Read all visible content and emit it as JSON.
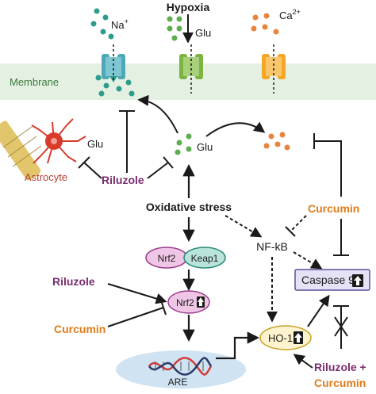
{
  "labels": {
    "hypoxia": "Hypoxia",
    "na": "Na",
    "na_sup": "+",
    "glu_top": "Glu",
    "ca": "Ca",
    "ca_sup": "2+",
    "membrane": "Membrane",
    "glu_left": "Glu",
    "glu_center": "Glu",
    "astrocyte": "Astrocyte",
    "riluzole_left": "Riluzole",
    "oxidative_stress": "Oxidative stress",
    "curcumin_right": "Curcumin",
    "nfkb": "NF-kB",
    "nrf2": "Nrf2",
    "keap1": "Keap1",
    "caspase9": "Caspase 9",
    "riluzole_mid": "Riluzole",
    "nrf2_up": "Nrf2",
    "curcumin_left": "Curcumin",
    "ho1": "HO-1",
    "are": "ARE",
    "riluzole_plus": "Riluzole +",
    "curcumin_bottom": "Curcumin"
  },
  "colors": {
    "na_ion": "#2e9c8c",
    "glu": "#5cae4e",
    "ca_ion": "#e8843c",
    "membrane": "#e4f1e2",
    "membrane_text": "#3d7a3d",
    "na_channel": "#4ea8b8",
    "glu_channel": "#7cb342",
    "ca_channel": "#f5a623",
    "riluzole": "#7b2d6e",
    "curcumin": "#e07b1a",
    "astrocyte": "#d93b2b",
    "astrocyte_label": "#b5402f",
    "nrf2_fill": "#f0c6e6",
    "nrf2_stroke": "#9b3d8c",
    "keap1_fill": "#b8e4dc",
    "keap1_stroke": "#2a8a7a",
    "caspase_fill": "#e6e2f6",
    "caspase_stroke": "#5b4f9c",
    "ho1_fill": "#fdf3cf",
    "ho1_stroke": "#c9a227",
    "are_fill": "#cfe3f3",
    "dna_red": "#d33b3b",
    "dna_navy": "#2b3a67"
  }
}
